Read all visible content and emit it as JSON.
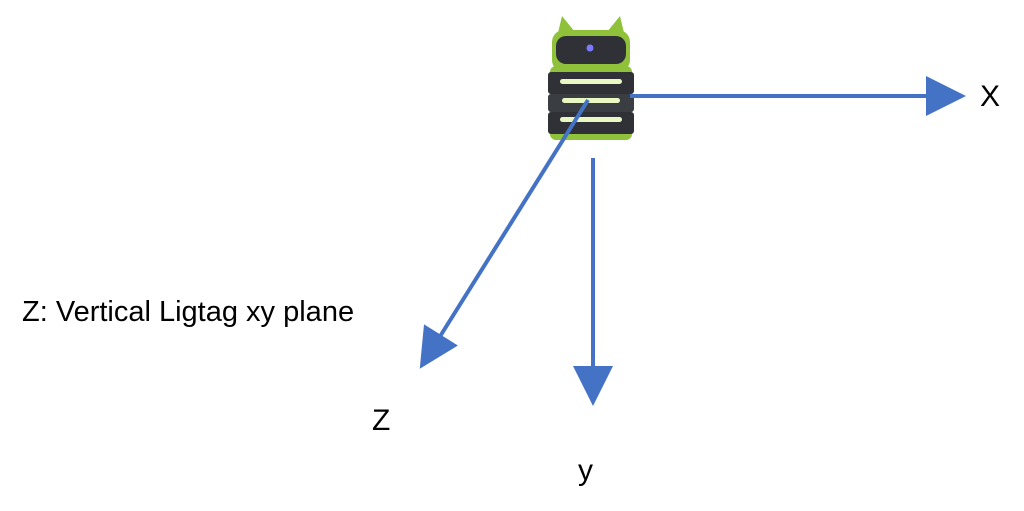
{
  "axes": {
    "x_label": "X",
    "y_label": "y",
    "z_label": "Z"
  },
  "caption": "Z: Vertical Ligtag xy plane",
  "colors": {
    "arrow": "#4472c4",
    "robot_body": "#8fc23a",
    "robot_dark": "#2f3136",
    "robot_light": "#e9f7c2",
    "robot_led": "#7a7aff",
    "text": "#000000"
  },
  "icons": {
    "robot": "robot-icon"
  }
}
